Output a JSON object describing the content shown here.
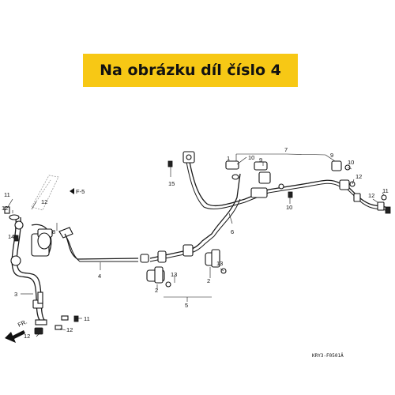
{
  "banner": {
    "text": "Na obrázku díl číslo 4",
    "bg_color": "#f7c815"
  },
  "diagram": {
    "callouts": [
      "1",
      "2",
      "3",
      "4",
      "5",
      "6",
      "7",
      "8",
      "9",
      "10",
      "11",
      "12",
      "13",
      "14",
      "15"
    ],
    "ref_label": "F-5",
    "direction_label": "FR.",
    "code": "KRY3-F0501Ä"
  }
}
